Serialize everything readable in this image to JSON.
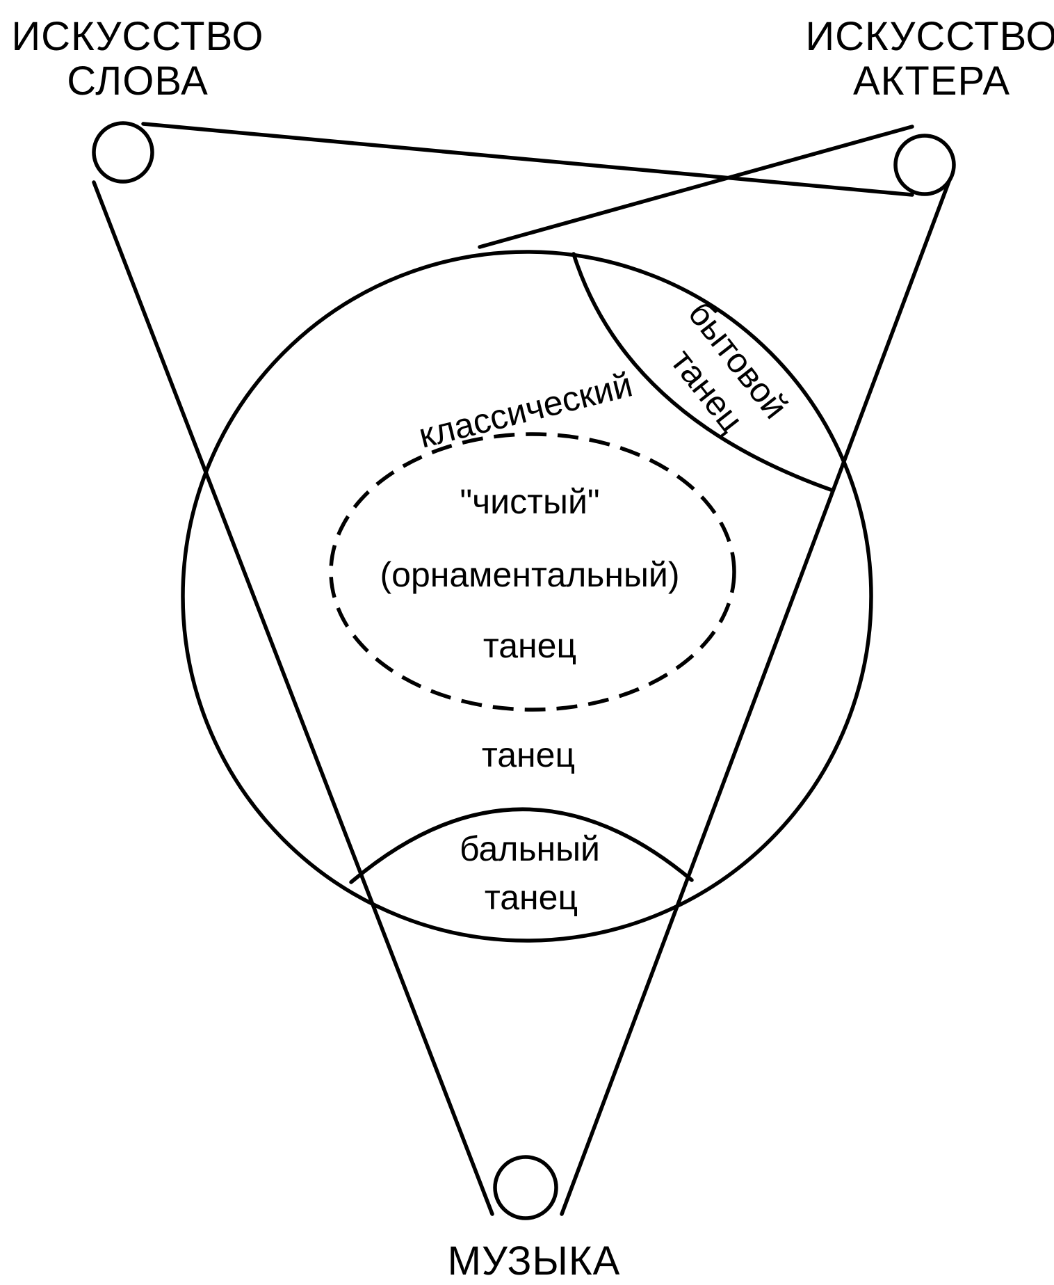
{
  "nodes": {
    "word": {
      "line1": "ИСКУССТВО",
      "line2": "СЛОВА"
    },
    "actor": {
      "line1": "ИСКУССТВО",
      "line2": "АКТЕРА"
    },
    "music": {
      "label": "МУЗЫКА"
    }
  },
  "regions": {
    "everyday_dance": {
      "line1": "бытовой",
      "line2": "танец"
    },
    "classical_dance": {
      "line1": "классический",
      "line2": "танец"
    },
    "pure_dance": {
      "line1": "\"чистый\"",
      "line2": "(орнаментальный)",
      "line3": "танец"
    },
    "ballroom_dance": {
      "line1": "бальный",
      "line2": "танец"
    }
  }
}
